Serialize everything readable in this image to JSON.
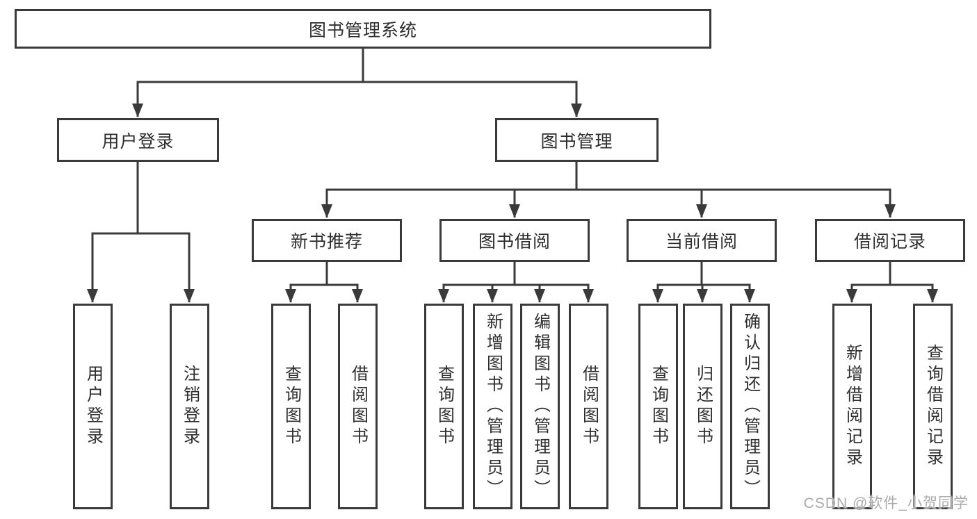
{
  "colors": {
    "line": "#3a3a3a",
    "box_border": "#3a3a3a",
    "text": "#2e2e2e",
    "watermark": "#ababab",
    "background": "#ffffff"
  },
  "watermark": "CSDN @软件_小贺同学",
  "tree": {
    "root": {
      "label": "图书管理系统"
    },
    "level2": [
      {
        "label": "用户登录",
        "children": [
          "用户登录",
          "注销登录"
        ]
      },
      {
        "label": "图书管理",
        "children": [
          {
            "label": "新书推荐",
            "children": [
              "查询图书",
              "借阅图书"
            ]
          },
          {
            "label": "图书借阅",
            "children": [
              "查询图书",
              "新增图书（管理员）",
              "编辑图书（管理员）",
              "借阅图书"
            ]
          },
          {
            "label": "当前借阅",
            "children": [
              "查询图书",
              "归还图书",
              "确认归还（管理员）"
            ]
          },
          {
            "label": "借阅记录",
            "children": [
              "新增借阅记录",
              "查询借阅记录"
            ]
          }
        ]
      }
    ]
  }
}
